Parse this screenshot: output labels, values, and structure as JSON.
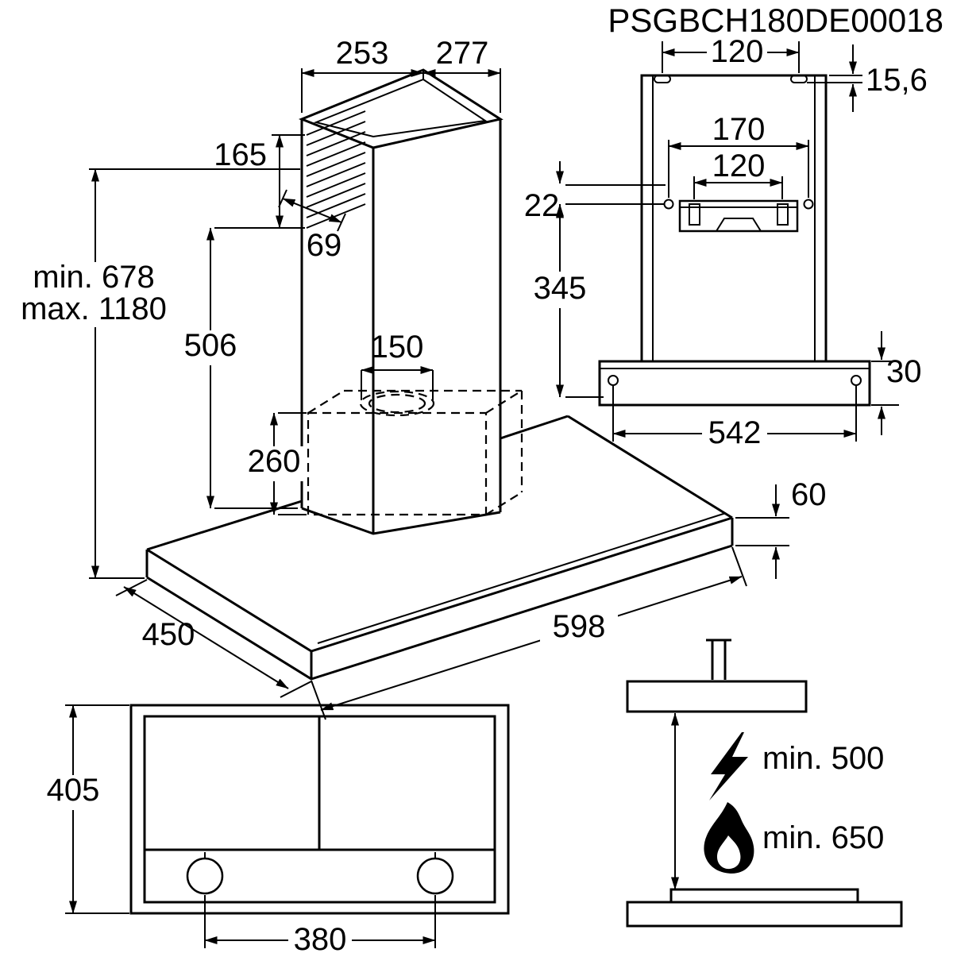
{
  "title": "PSGBCH180DE00018",
  "colors": {
    "line": "#000000",
    "background": "#ffffff"
  },
  "isometric": {
    "chimney_top_depth": "253",
    "chimney_top_width": "277",
    "vent_height": "165",
    "vent_offset": "69",
    "height_min": "min. 678",
    "height_max": "max. 1180",
    "chimney_visible_height": "506",
    "duct_diameter": "150",
    "inner_box_height": "260",
    "canopy_depth": "450",
    "canopy_width": "598",
    "canopy_thickness": "60"
  },
  "rear": {
    "top_slot_spacing": "120",
    "top_slot_offset": "15,6",
    "bracket_hole_spacing_outer": "170",
    "bracket_hole_spacing_inner": "120",
    "bracket_offset": "22",
    "bracket_to_rail": "345",
    "rail_height": "30",
    "rail_screw_spacing": "542"
  },
  "bottom": {
    "depth": "405",
    "knob_spacing": "380"
  },
  "clearance": {
    "electric_min": "min. 500",
    "gas_min": "min. 650"
  }
}
